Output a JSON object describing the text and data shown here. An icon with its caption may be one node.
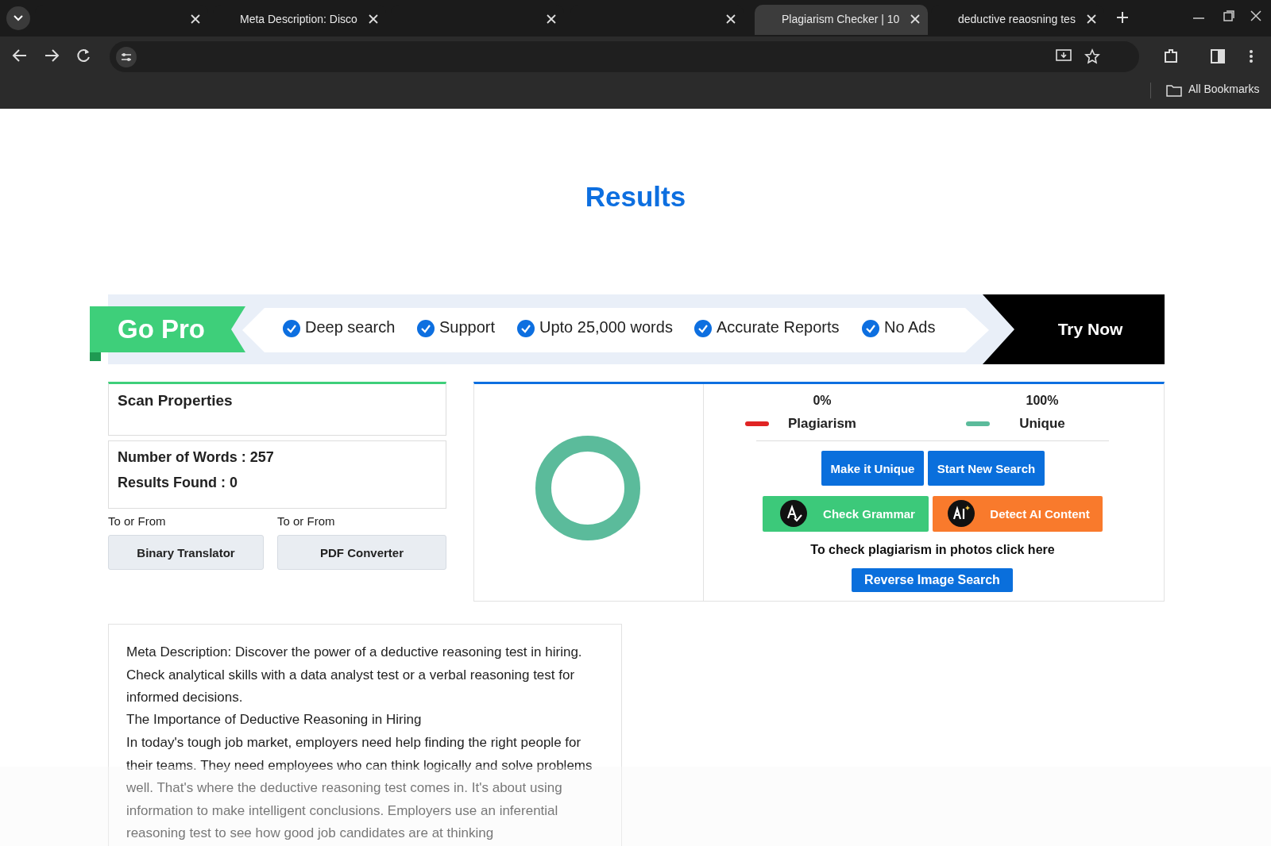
{
  "diagram": {
    "title": "Results",
    "labels": [
      "Meta Description: Disco",
      "Plagiarism Checker | 10",
      "deductive reaosning tes",
      "All Bookmarks",
      "Go Pro",
      "Deep search",
      "Support",
      "Upto 25,000 words",
      "Accurate Reports",
      "No Ads",
      "Try Now",
      "Scan Properties",
      "Number of Words : 257",
      "Results Found : 0",
      "To or From",
      "To or From",
      "Binary Translator",
      "PDF Converter",
      "0%",
      "100%",
      "Make it Unique",
      "Start New Search",
      "Check Grammar",
      "Detect AI Content",
      "To check plagiarism in photos click here",
      "Reverse Image Search",
      "Meta Description: Discover the power of a deductive reasoning test in hiring. Check analytical skills with a data analyst test or a verbal reasoning test for informed decisions.",
      "The Importance of Deductive Reasoning in Hiring",
      "In today's tough job market, employers need help finding the right people for their teams. They need employees who can think logically and solve problems well. That's where the deductive reasoning test comes in. It's about using information to make intelligent conclusions. Employers use an inferential reasoning test to see how good job candidates are at thinking"
    ],
    "legend": [
      {
        "text": "Plagiarism",
        "color": "#e02424"
      },
      {
        "text": "Unique",
        "color": "#5bbb9b"
      }
    ]
  }
}
